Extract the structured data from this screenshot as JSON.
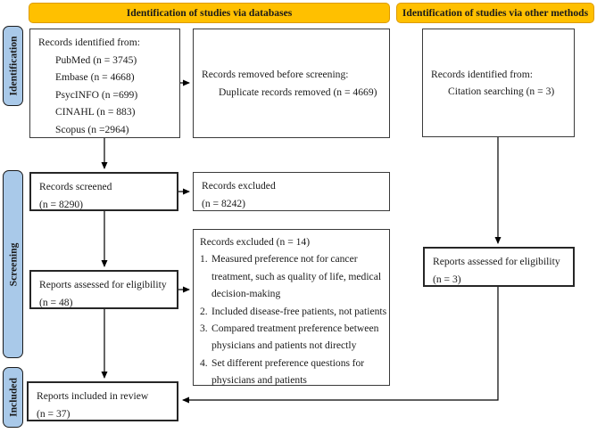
{
  "banners": {
    "databases": "Identification of studies via databases",
    "other_methods": "Identification of studies via other methods"
  },
  "sidebar": {
    "identification": "Identification",
    "screening": "Screening",
    "included": "Included"
  },
  "boxes": {
    "records_identified_db": {
      "title": "Records identified from:",
      "items": [
        "PubMed (n = 3745)",
        "Embase (n = 4668)",
        "PsycINFO (n =699)",
        "CINAHL (n = 883)",
        "Scopus (n =2964)"
      ]
    },
    "records_removed": {
      "title": "Records removed before screening:",
      "item": "Duplicate records removed (n = 4669)"
    },
    "records_identified_other": {
      "title": "Records identified from:",
      "item": "Citation searching (n = 3)"
    },
    "records_screened": {
      "line1": "Records screened",
      "line2": "(n = 8290)"
    },
    "records_excluded": {
      "line1": "Records excluded",
      "line2": "(n = 8242)"
    },
    "reports_assessed_db": {
      "line1": "Reports assessed for eligibility",
      "line2": "(n = 48)"
    },
    "records_excluded_reasons": {
      "title": "Records excluded (n = 14)",
      "reasons": [
        {
          "num": "1.",
          "text": "Measured preference not for cancer\ntreatment, such as quality of life, medical\ndecision-making"
        },
        {
          "num": "2.",
          "text": "Included disease-free patients, not patients"
        },
        {
          "num": "3.",
          "text": "Compared treatment preference between\nphysicians and patients not directly"
        },
        {
          "num": "4.",
          "text": "Set different preference questions for\nphysicians and patients"
        }
      ]
    },
    "reports_assessed_other": {
      "line1": "Reports assessed for eligibility",
      "line2": "(n = 3)"
    },
    "reports_included": {
      "line1": "Reports included in review",
      "line2": "(n = 37)"
    }
  },
  "colors": {
    "banner_bg": "#FFC000",
    "banner_border": "#DD9B00",
    "sidebar_bg": "#A9C9E9",
    "box_border": "#3A3A3A",
    "arrow": "#000000"
  }
}
